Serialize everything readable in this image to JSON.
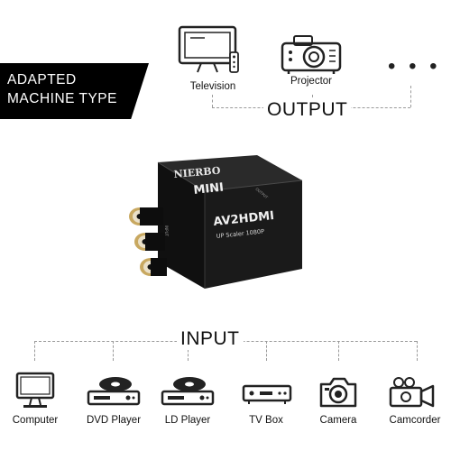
{
  "banner": {
    "line1": "ADAPTED",
    "line2": "MACHINE TYPE"
  },
  "output": {
    "heading": "OUTPUT",
    "devices": [
      {
        "label": "Television",
        "icon": "television-icon"
      },
      {
        "label": "Projector",
        "icon": "projector-icon"
      }
    ],
    "more": "• • •"
  },
  "product": {
    "brand": "NIERBO",
    "model_badge": "MINI",
    "name": "AV2HDMI",
    "subtitle": "UP Scaler 1080P",
    "side_label_left": "INPUT",
    "side_label_right": "OUTPUT",
    "colors": {
      "body": "#151515",
      "rca_gold": "#c8a860"
    }
  },
  "input": {
    "heading": "INPUT",
    "devices": [
      {
        "label": "Computer",
        "icon": "computer-icon"
      },
      {
        "label": "DVD Player",
        "icon": "dvd-player-icon"
      },
      {
        "label": "LD Player",
        "icon": "ld-player-icon"
      },
      {
        "label": "TV Box",
        "icon": "tv-box-icon"
      },
      {
        "label": "Camera",
        "icon": "camera-icon"
      },
      {
        "label": "Camcorder",
        "icon": "camcorder-icon"
      }
    ]
  }
}
